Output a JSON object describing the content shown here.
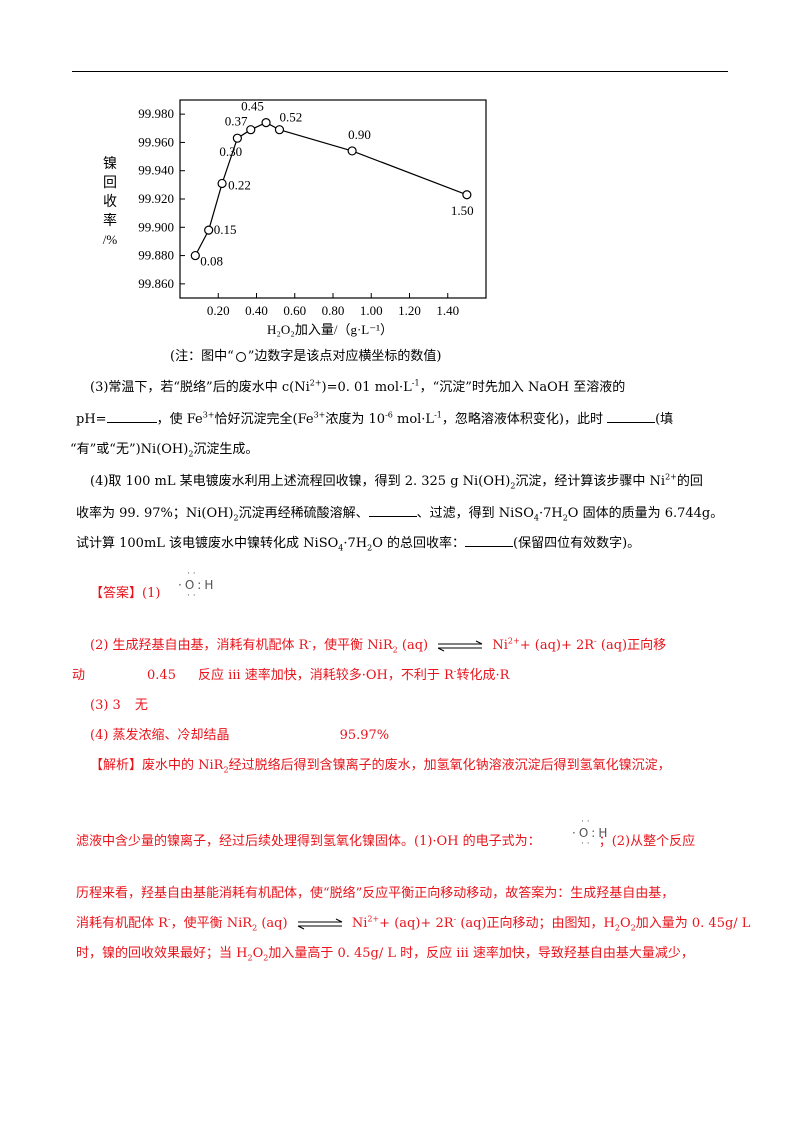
{
  "chart_data": {
    "type": "line",
    "x": [
      0.08,
      0.15,
      0.22,
      0.3,
      0.37,
      0.45,
      0.52,
      0.9,
      1.5
    ],
    "y": [
      99.88,
      99.898,
      99.931,
      99.963,
      99.969,
      99.974,
      99.969,
      99.954,
      99.923
    ],
    "point_labels": [
      "0.08",
      "0.15",
      "0.22",
      "0.30",
      "0.37",
      "0.45",
      "0.52",
      "0.90",
      "1.50"
    ],
    "xlim": [
      0.0,
      1.6
    ],
    "ylim": [
      99.85,
      99.99
    ],
    "x_ticks": [
      "0.20",
      "0.40",
      "0.60",
      "0.80",
      "1.00",
      "1.20",
      "1.40"
    ],
    "y_ticks": [
      "99.980",
      "99.960",
      "99.940",
      "99.920",
      "99.900",
      "99.880",
      "99.860"
    ],
    "xlabel": "H₂O₂加入量/（g·L⁻¹）",
    "ylabel": "镍回收率/%",
    "grid": false
  },
  "note": {
    "prefix": "(注：图中“",
    "suffix": "”边数字是该点对应横坐标的数值)"
  },
  "q3": {
    "p1": "(3)常温下，若“脱络”后的废水中 c(Ni",
    "p2": ")=0. 01 mol·L",
    "p3": "，“沉淀”时先加入 NaOH 至溶液的",
    "p4": "pH=",
    "p5": "，使 Fe",
    "p6": "恰好沉淀完全(Fe",
    "p7": "浓度为 10",
    "p8": " mol·L",
    "p9": "，忽略溶液体积变化)，此时",
    "p10": "(填",
    "p11": "“有”或“无”)Ni(OH)",
    "p12": "沉淀生成。"
  },
  "q4": {
    "p1": "(4)取 100 mL 某电镀废水利用上述流程回收镍，得到 2. 325 g Ni(OH)",
    "p2": "沉淀，经计算该步骤中 Ni",
    "p3": "的回",
    "p4": "收率为 99. 97%；Ni(OH)",
    "p5": "沉淀再经稀硫酸溶解、",
    "p6": "、过滤，得到 NiSO",
    "p7": "·7H",
    "p8": "O 固体的质量为 6.744g。",
    "p9": "试计算 100mL 该电镀废水中镍转化成 NiSO",
    "p10": "·7H",
    "p11": "O 的总回收率：",
    "p12": "(保留四位有效数字)。"
  },
  "answer": {
    "tag": "【答案】",
    "a1": "(1)",
    "lewis": "·Ö:H",
    "a2_1": "(2) 生成羟基自由基，消耗有机配体 R",
    "a2_2": "，使平衡 NiR",
    "a2_3": " (aq)",
    "a2_4": "Ni",
    "a2_5": "+ (aq)+ 2R",
    "a2_6": " (aq)正向移",
    "a2_7": "动",
    "a2_8": "0.45",
    "a2_9": "反应 iii 速率加快，消耗较多·OH，不利于 R",
    "a2_10": "转化成·R",
    "a3_1": "(3) 3",
    "a3_2": "无",
    "a4_1": "(4) 蒸发浓缩、冷却结晶",
    "a4_2": "95.97%"
  },
  "analysis": {
    "tag": "【解析】",
    "l1": "废水中的 NiR",
    "l1b": "经过脱络后得到含镍离子的废水，加氢氧化钠溶液沉淀后得到氢氧化镍沉淀，",
    "l2": "滤液中含少量的镍离子，经过后续处理得到氢氧化镍固体。(1)·OH 的电子式为：",
    "l2b": "；(2)从整个反应",
    "l3": "历程来看，羟基自由基能消耗有机配体，使“脱络”反应平衡正向移动移动，故答案为：生成羟基自由基，",
    "l4a": "消耗有机配体 R",
    "l4b": "，使平衡 NiR",
    "l4c": " (aq)",
    "l4d": "Ni",
    "l4e": "+ (aq)+ 2R",
    "l4f": " (aq)正向移动；由图知，H",
    "l4g": "O",
    "l4h": "加入量为 0. 45g/ L",
    "l5": "时，镍的回收效果最好；当 H",
    "l5b": "O",
    "l5c": "加入量高于 0. 45g/ L 时，反应 iii  速率加快，导致羟基自由基大量减少，"
  },
  "sups": {
    "plus2": "2+",
    "minus1": "-1",
    "plus3": "3+",
    "minus6": "-6",
    "minus": "-"
  },
  "subs": {
    "two": "2",
    "four": "4"
  }
}
